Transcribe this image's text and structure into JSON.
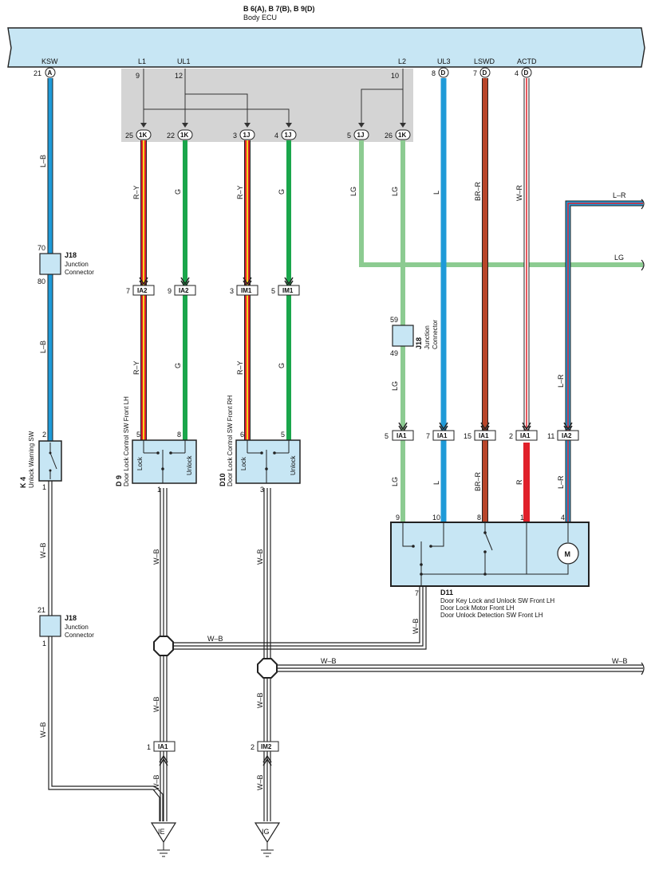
{
  "header": {
    "ecu_codes": "B 6(A), B 7(B), B 9(D)",
    "ecu_name": "Body ECU"
  },
  "ecu_terminals": {
    "ksw": {
      "name": "KSW",
      "pin": "21",
      "conn": "A"
    },
    "l1": {
      "name": "L1",
      "pin": "9"
    },
    "ul1": {
      "name": "UL1",
      "pin": "12"
    },
    "l2": {
      "name": "L2",
      "pin": "10"
    },
    "ul3": {
      "name": "UL3",
      "pin": "8",
      "conn": "D"
    },
    "lswd": {
      "name": "LSWD",
      "pin": "7",
      "conn": "D"
    },
    "actd": {
      "name": "ACTD",
      "pin": "4",
      "conn": "D"
    }
  },
  "inline_terminals": [
    {
      "pin": "25",
      "conn": "1K"
    },
    {
      "pin": "22",
      "conn": "1K"
    },
    {
      "pin": "3",
      "conn": "1J"
    },
    {
      "pin": "4",
      "conn": "1J"
    },
    {
      "pin": "5",
      "conn": "1J"
    },
    {
      "pin": "26",
      "conn": "1K"
    }
  ],
  "wire_colors": {
    "lb": "L–B",
    "ry": "R–Y",
    "g": "G",
    "lg": "LG",
    "l": "L",
    "brr": "BR–R",
    "wr": "W–R",
    "lr": "L–R",
    "wb": "W–B",
    "r": "R"
  },
  "connectors": {
    "ia2_7": {
      "pin": "7",
      "name": "IA2"
    },
    "ia2_9": {
      "pin": "9",
      "name": "IA2"
    },
    "im1_3": {
      "pin": "3",
      "name": "IM1"
    },
    "im1_5": {
      "pin": "5",
      "name": "IM1"
    },
    "ia1_5": {
      "pin": "5",
      "name": "IA1"
    },
    "ia1_7": {
      "pin": "7",
      "name": "IA1"
    },
    "ia1_15": {
      "pin": "15",
      "name": "IA1"
    },
    "ia1_2": {
      "pin": "2",
      "name": "IA1"
    },
    "ia2_11": {
      "pin": "11",
      "name": "IA2"
    },
    "ia1_1": {
      "pin": "1",
      "name": "IA1"
    },
    "im2_2": {
      "pin": "2",
      "name": "IM2"
    }
  },
  "junctions": {
    "j18_top": {
      "code": "J18",
      "name1": "Junction",
      "name2": "Connector",
      "pin_in": "70",
      "pin_out": "80"
    },
    "j18_mid": {
      "code": "J18",
      "name1": "Junction",
      "name2": "Connector",
      "pin_in": "59",
      "pin_out": "49"
    },
    "j18_bot": {
      "code": "J18",
      "name1": "Junction",
      "name2": "Connector",
      "pin_in": "21",
      "pin_out": "1"
    }
  },
  "components": {
    "k4": {
      "code": "K 4",
      "name": "Unlock Warning SW",
      "pin_top": "2",
      "pin_bottom": "1"
    },
    "d9": {
      "code": "D 9",
      "name": "Door Lock Control SW Front LH",
      "lock": "Lock",
      "unlock": "Unlock",
      "pin_a": "5",
      "pin_b": "8",
      "pin_bottom": "1"
    },
    "d10": {
      "code": "D10",
      "name": "Door Lock Control SW Front RH",
      "lock": "Lock",
      "unlock": "Unlock",
      "pin_a": "6",
      "pin_b": "5",
      "pin_bottom": "3"
    },
    "d11": {
      "code": "D11",
      "line1": "Door Key Lock and Unlock SW Front LH",
      "line2": "Door Lock Motor Front LH",
      "line3": "Door Unlock Detection SW Front LH",
      "pins": [
        "9",
        "10",
        "8",
        "1",
        "4"
      ],
      "pin_bottom": "7",
      "motor": "M"
    }
  },
  "grounds": {
    "ie": "IE",
    "ig": "IG"
  },
  "colors": {
    "ecu_fill": "#c7e6f4",
    "gray_fill": "#d4d4d4",
    "blue_wire": "#1f9ad8",
    "green_wire": "#1aa64b",
    "lg_wire": "#8ccb91",
    "red_wire": "#e0202a",
    "yellow_wire": "#f4d41e",
    "brown_wire": "#b8452a",
    "box_fill": "#c7e6f4"
  }
}
